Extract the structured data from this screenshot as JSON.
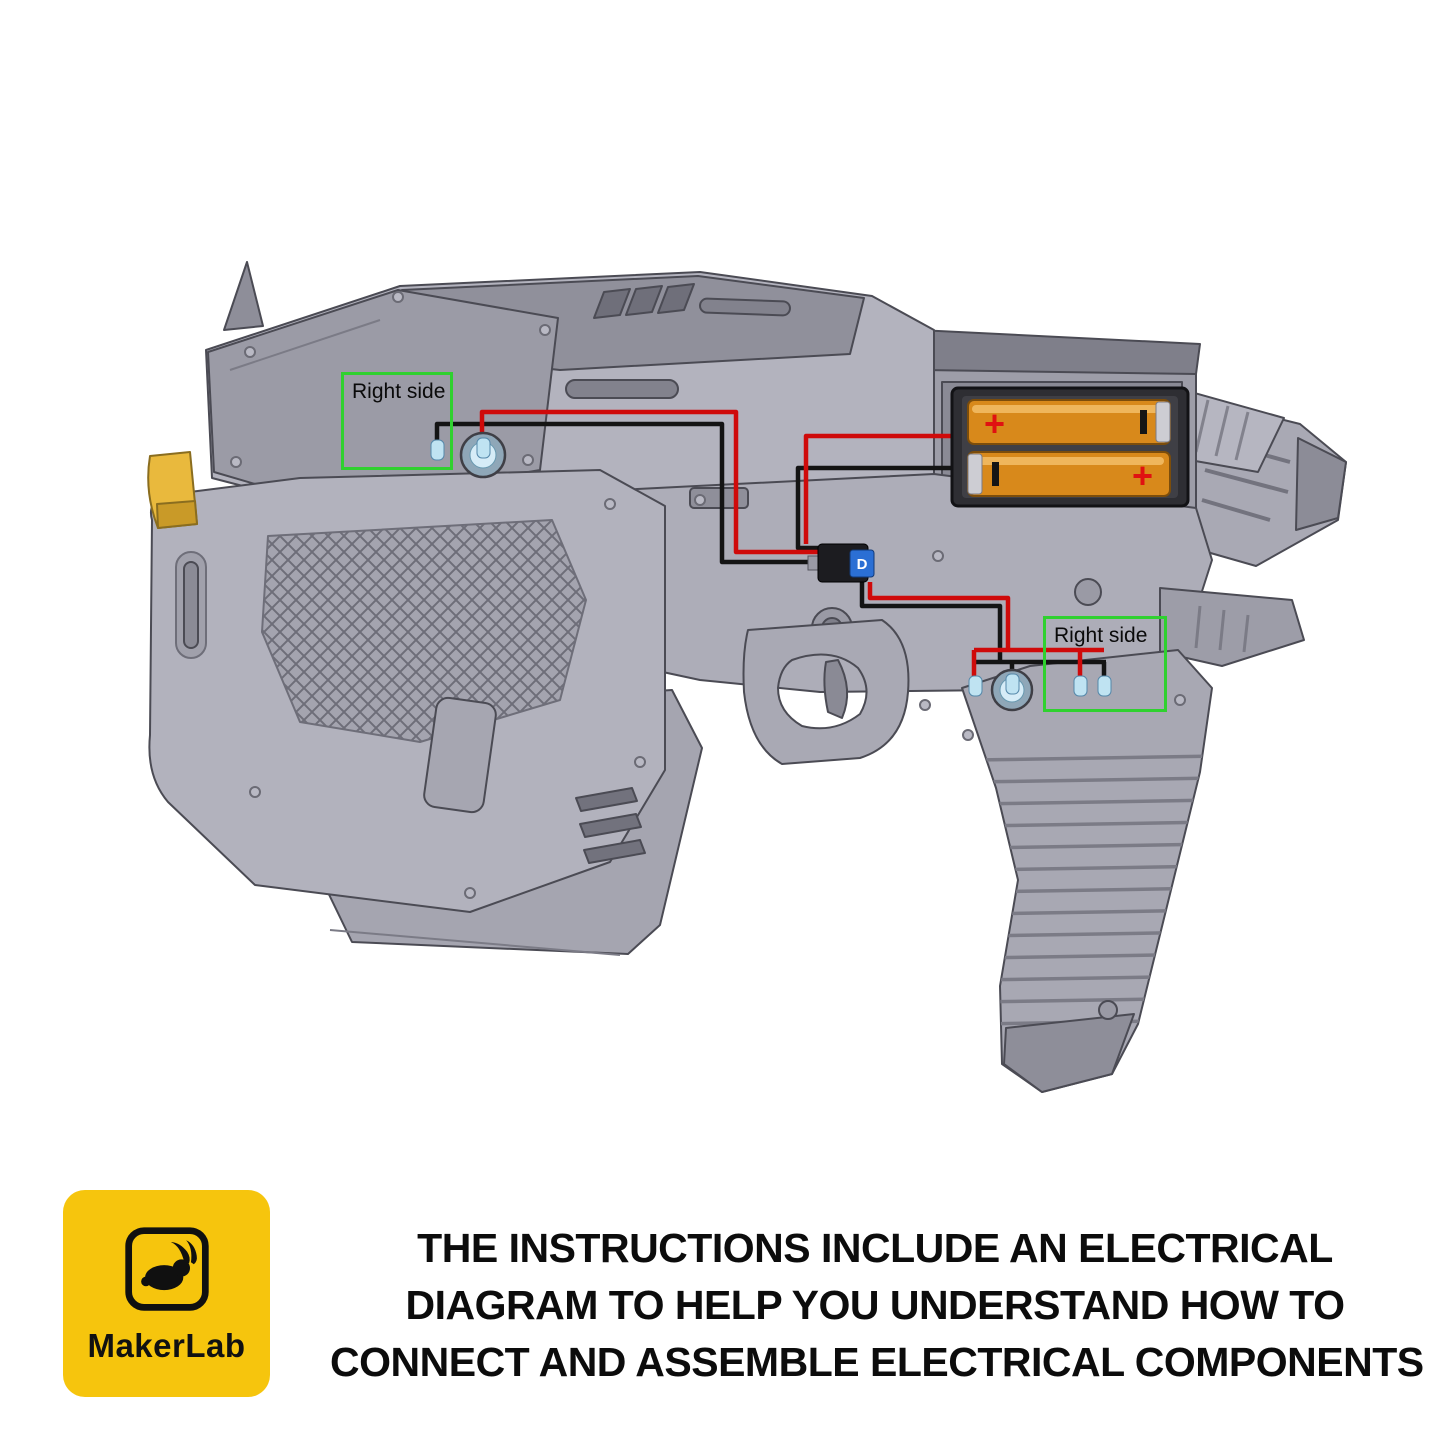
{
  "overlay": {
    "callouts": [
      {
        "label": "Right side"
      },
      {
        "label": "Right side"
      }
    ],
    "box_color": "#2fd12f",
    "wire_red": "#cf0a0a",
    "wire_black": "#141414"
  },
  "battery_pack": {
    "positive_label": "+",
    "body_color": "#d8891b"
  },
  "switch": {
    "label": "D"
  },
  "footer": {
    "logo_text": "MakerLab",
    "logo_icon": "rabbit-icon",
    "logo_bg": "#f6c50d",
    "caption_lines": [
      "THE INSTRUCTIONS INCLUDE AN ELECTRICAL",
      "DIAGRAM TO HELP YOU UNDERSTAND HOW TO",
      "CONNECT AND ASSEMBLE ELECTRICAL COMPONENTS"
    ]
  }
}
